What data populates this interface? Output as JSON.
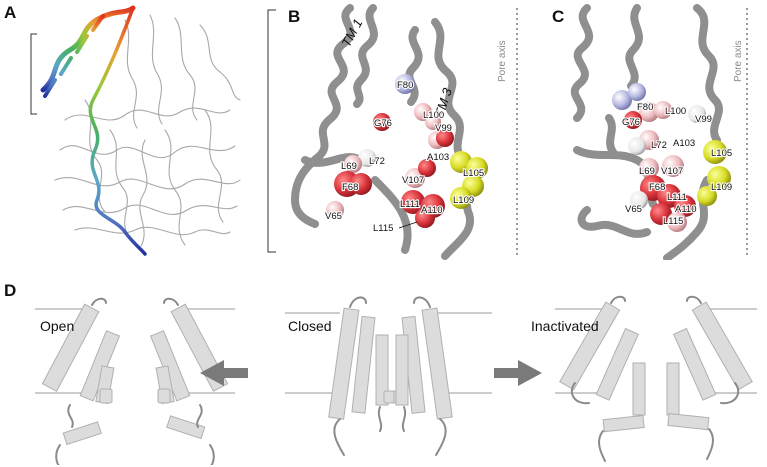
{
  "panels": {
    "a": {
      "letter": "A"
    },
    "b": {
      "letter": "B",
      "tm1": "TM 1",
      "tm3": "TM 3",
      "pore_axis": "Pore axis",
      "residues": [
        "F80",
        "G76",
        "L100",
        "V99",
        "L72",
        "A103",
        "L69",
        "F68",
        "V107",
        "L105",
        "L111",
        "A110",
        "L109",
        "V65",
        "L115"
      ]
    },
    "c": {
      "letter": "C",
      "pore_axis": "Pore axis",
      "residues": [
        "F80",
        "L100",
        "G76",
        "V99",
        "L72",
        "A103",
        "L105",
        "L69",
        "V107",
        "F68",
        "L109",
        "A110",
        "L111",
        "V65",
        "L115"
      ]
    },
    "d": {
      "letter": "D",
      "states": {
        "open": "Open",
        "closed": "Closed",
        "inactivated": "Inactivated"
      }
    }
  },
  "colors": {
    "tube": "#8f8f8f",
    "hydrophobic_red": "#d8323a",
    "pink": "#eab0b4",
    "yellow": "#d8dc25",
    "lavender": "#a9acd6",
    "schematic_fill": "#dcdcdc",
    "arrow": "#7a7a7a",
    "dotted_axis": "#9a9a9a"
  }
}
